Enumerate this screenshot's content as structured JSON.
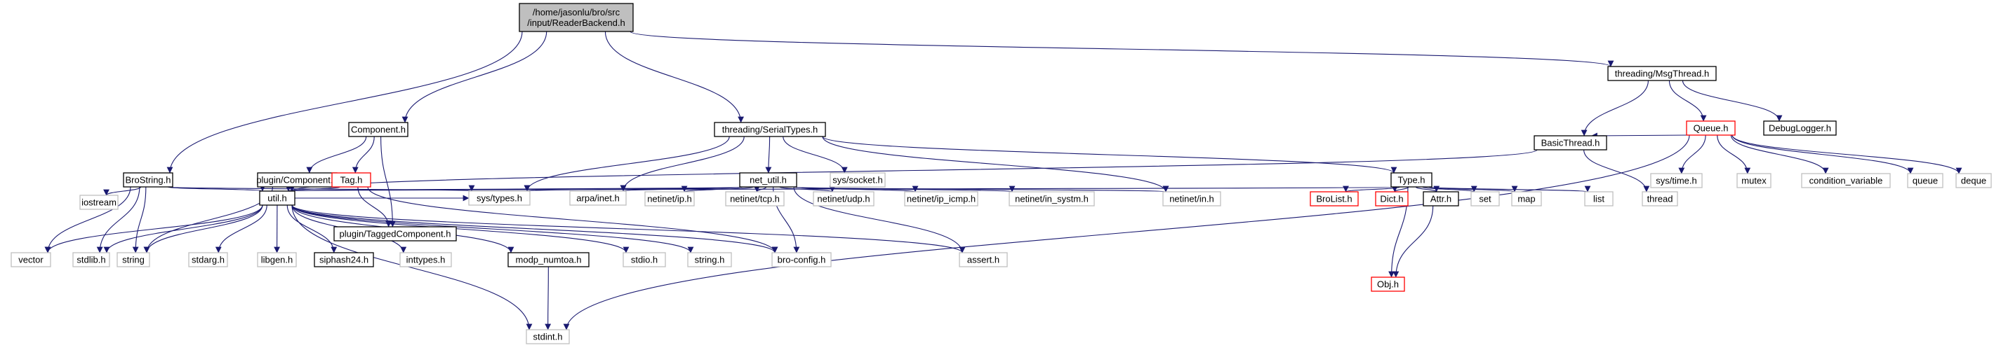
{
  "diagram": {
    "title": "",
    "node_styles": {
      "root": {
        "fill": "#bfbfbf",
        "stroke": "#000000"
      },
      "linked": {
        "fill": "#ffffff",
        "stroke": "#000000"
      },
      "truncated": {
        "fill": "#ffffff",
        "stroke": "#ff0000"
      },
      "system": {
        "fill": "#ffffff",
        "stroke": "#bfbfbf"
      }
    },
    "edge_color": "#191970",
    "nodes": [
      {
        "id": "root",
        "lines": [
          "/home/jasonlu/bro/src",
          "/input/ReaderBackend.h"
        ],
        "style": "root"
      },
      {
        "id": "brostring",
        "lines": [
          "BroString.h"
        ],
        "style": "linked"
      },
      {
        "id": "component",
        "lines": [
          "Component.h"
        ],
        "style": "linked"
      },
      {
        "id": "serialtypes",
        "lines": [
          "threading/SerialTypes.h"
        ],
        "style": "linked"
      },
      {
        "id": "msgthread",
        "lines": [
          "threading/MsgThread.h"
        ],
        "style": "linked"
      },
      {
        "id": "queue",
        "lines": [
          "Queue.h"
        ],
        "style": "truncated"
      },
      {
        "id": "debuglogger",
        "lines": [
          "DebugLogger.h"
        ],
        "style": "linked"
      },
      {
        "id": "plugincomponent",
        "lines": [
          "plugin/Component.h"
        ],
        "style": "linked"
      },
      {
        "id": "tag",
        "lines": [
          "Tag.h"
        ],
        "style": "truncated"
      },
      {
        "id": "netutil",
        "lines": [
          "net_util.h"
        ],
        "style": "linked"
      },
      {
        "id": "syssocket",
        "lines": [
          "sys/socket.h"
        ],
        "style": "system"
      },
      {
        "id": "typeh",
        "lines": [
          "Type.h"
        ],
        "style": "linked"
      },
      {
        "id": "basicthread",
        "lines": [
          "BasicThread.h"
        ],
        "style": "linked"
      },
      {
        "id": "systime",
        "lines": [
          "sys/time.h"
        ],
        "style": "system"
      },
      {
        "id": "mutex",
        "lines": [
          "mutex"
        ],
        "style": "system"
      },
      {
        "id": "condvar",
        "lines": [
          "condition_variable"
        ],
        "style": "system"
      },
      {
        "id": "queuestd",
        "lines": [
          "queue"
        ],
        "style": "system"
      },
      {
        "id": "deque",
        "lines": [
          "deque"
        ],
        "style": "system"
      },
      {
        "id": "iostream",
        "lines": [
          "iostream"
        ],
        "style": "system"
      },
      {
        "id": "utilh",
        "lines": [
          "util.h"
        ],
        "style": "linked"
      },
      {
        "id": "systypes",
        "lines": [
          "sys/types.h"
        ],
        "style": "system"
      },
      {
        "id": "taggedcomp",
        "lines": [
          "plugin/TaggedComponent.h"
        ],
        "style": "linked"
      },
      {
        "id": "arpainet",
        "lines": [
          "arpa/inet.h"
        ],
        "style": "system"
      },
      {
        "id": "netinetip",
        "lines": [
          "netinet/ip.h"
        ],
        "style": "system"
      },
      {
        "id": "netinettcp",
        "lines": [
          "netinet/tcp.h"
        ],
        "style": "system"
      },
      {
        "id": "netinetudp",
        "lines": [
          "netinet/udp.h"
        ],
        "style": "system"
      },
      {
        "id": "netinetipicmp",
        "lines": [
          "netinet/ip_icmp.h"
        ],
        "style": "system"
      },
      {
        "id": "netinetinsystm",
        "lines": [
          "netinet/in_systm.h"
        ],
        "style": "system"
      },
      {
        "id": "netinetin",
        "lines": [
          "netinet/in.h"
        ],
        "style": "system"
      },
      {
        "id": "brolist",
        "lines": [
          "BroList.h"
        ],
        "style": "truncated"
      },
      {
        "id": "dicth",
        "lines": [
          "Dict.h"
        ],
        "style": "truncated"
      },
      {
        "id": "attrh",
        "lines": [
          "Attr.h"
        ],
        "style": "linked"
      },
      {
        "id": "setstd",
        "lines": [
          "set"
        ],
        "style": "system"
      },
      {
        "id": "mapstd",
        "lines": [
          "map"
        ],
        "style": "system"
      },
      {
        "id": "liststd",
        "lines": [
          "list"
        ],
        "style": "system"
      },
      {
        "id": "threadstd",
        "lines": [
          "thread"
        ],
        "style": "system"
      },
      {
        "id": "vector",
        "lines": [
          "vector"
        ],
        "style": "system"
      },
      {
        "id": "stdlib",
        "lines": [
          "stdlib.h"
        ],
        "style": "system"
      },
      {
        "id": "stringstd",
        "lines": [
          "string"
        ],
        "style": "system"
      },
      {
        "id": "stdarg",
        "lines": [
          "stdarg.h"
        ],
        "style": "system"
      },
      {
        "id": "libgen",
        "lines": [
          "libgen.h"
        ],
        "style": "system"
      },
      {
        "id": "siphash",
        "lines": [
          "siphash24.h"
        ],
        "style": "linked"
      },
      {
        "id": "inttypes",
        "lines": [
          "inttypes.h"
        ],
        "style": "system"
      },
      {
        "id": "modpnumtoa",
        "lines": [
          "modp_numtoa.h"
        ],
        "style": "linked"
      },
      {
        "id": "stdio",
        "lines": [
          "stdio.h"
        ],
        "style": "system"
      },
      {
        "id": "stringh",
        "lines": [
          "string.h"
        ],
        "style": "system"
      },
      {
        "id": "broconfig",
        "lines": [
          "bro-config.h"
        ],
        "style": "system"
      },
      {
        "id": "asserth",
        "lines": [
          "assert.h"
        ],
        "style": "system"
      },
      {
        "id": "objh",
        "lines": [
          "Obj.h"
        ],
        "style": "truncated"
      },
      {
        "id": "stdint",
        "lines": [
          "stdint.h"
        ],
        "style": "system"
      }
    ],
    "edges": [
      [
        "root",
        "brostring"
      ],
      [
        "root",
        "component"
      ],
      [
        "root",
        "serialtypes"
      ],
      [
        "root",
        "msgthread"
      ],
      [
        "msgthread",
        "queue"
      ],
      [
        "msgthread",
        "debuglogger"
      ],
      [
        "msgthread",
        "basicthread"
      ],
      [
        "queue",
        "basicthread"
      ],
      [
        "queue",
        "systime"
      ],
      [
        "queue",
        "mutex"
      ],
      [
        "queue",
        "condvar"
      ],
      [
        "queue",
        "queuestd"
      ],
      [
        "queue",
        "deque"
      ],
      [
        "queue",
        "stdint"
      ],
      [
        "component",
        "plugincomponent"
      ],
      [
        "component",
        "tag"
      ],
      [
        "component",
        "taggedcomp"
      ],
      [
        "plugincomponent",
        "stringstd"
      ],
      [
        "tag",
        "utilh"
      ],
      [
        "tag",
        "taggedcomp"
      ],
      [
        "tag",
        "broconfig"
      ],
      [
        "serialtypes",
        "netutil"
      ],
      [
        "serialtypes",
        "syssocket"
      ],
      [
        "serialtypes",
        "typeh"
      ],
      [
        "serialtypes",
        "systypes"
      ],
      [
        "serialtypes",
        "arpainet"
      ],
      [
        "serialtypes",
        "netinetin"
      ],
      [
        "netutil",
        "utilh"
      ],
      [
        "netutil",
        "systypes"
      ],
      [
        "netutil",
        "arpainet"
      ],
      [
        "netutil",
        "netinetip"
      ],
      [
        "netutil",
        "netinettcp"
      ],
      [
        "netutil",
        "netinetudp"
      ],
      [
        "netutil",
        "netinetipicmp"
      ],
      [
        "netutil",
        "netinetinsystm"
      ],
      [
        "netutil",
        "netinetin"
      ],
      [
        "netutil",
        "broconfig"
      ],
      [
        "netutil",
        "asserth"
      ],
      [
        "typeh",
        "utilh"
      ],
      [
        "typeh",
        "brolist"
      ],
      [
        "typeh",
        "dicth"
      ],
      [
        "typeh",
        "attrh"
      ],
      [
        "typeh",
        "setstd"
      ],
      [
        "typeh",
        "mapstd"
      ],
      [
        "typeh",
        "liststd"
      ],
      [
        "typeh",
        "objh"
      ],
      [
        "attrh",
        "objh"
      ],
      [
        "basicthread",
        "utilh"
      ],
      [
        "basicthread",
        "threadstd"
      ],
      [
        "brostring",
        "iostream"
      ],
      [
        "brostring",
        "vector"
      ],
      [
        "brostring",
        "stdlib"
      ],
      [
        "brostring",
        "stringstd"
      ],
      [
        "brostring",
        "utilh"
      ],
      [
        "brostring",
        "systypes"
      ],
      [
        "utilh",
        "vector"
      ],
      [
        "utilh",
        "stdlib"
      ],
      [
        "utilh",
        "stringstd"
      ],
      [
        "utilh",
        "stdarg"
      ],
      [
        "utilh",
        "libgen"
      ],
      [
        "utilh",
        "siphash"
      ],
      [
        "utilh",
        "inttypes"
      ],
      [
        "utilh",
        "modpnumtoa"
      ],
      [
        "utilh",
        "stdio"
      ],
      [
        "utilh",
        "stringh"
      ],
      [
        "utilh",
        "broconfig"
      ],
      [
        "utilh",
        "asserth"
      ],
      [
        "utilh",
        "stdint"
      ],
      [
        "utilh",
        "systypes"
      ],
      [
        "modpnumtoa",
        "stdint"
      ]
    ]
  }
}
